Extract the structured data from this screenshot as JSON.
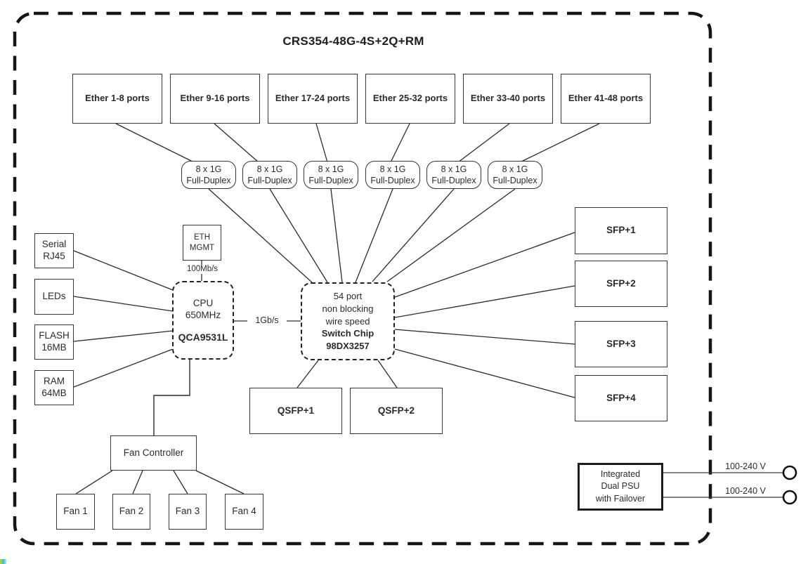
{
  "title": "CRS354-48G-4S+2Q+RM",
  "ether_ports": [
    "Ether 1-8 ports",
    "Ether 9-16 ports",
    "Ether 17-24 ports",
    "Ether 25-32 ports",
    "Ether 33-40 ports",
    "Ether 41-48 ports"
  ],
  "phy_link": {
    "line1": "8 x 1G",
    "line2": "Full-Duplex"
  },
  "peripherals": {
    "serial": {
      "line1": "Serial",
      "line2": "RJ45"
    },
    "leds": {
      "line1": "LEDs"
    },
    "flash": {
      "line1": "FLASH",
      "line2": "16MB"
    },
    "ram": {
      "line1": "RAM",
      "line2": "64MB"
    }
  },
  "eth_mgmt": {
    "line1": "ETH",
    "line2": "MGMT",
    "speed": "100Mb/s"
  },
  "cpu": {
    "type": "CPU",
    "clock": "650MHz",
    "model": "QCA9531L"
  },
  "cpu_switch_link": "1Gb/s",
  "switch_chip": {
    "line1": "54 port",
    "line2": "non blocking",
    "line3": "wire speed",
    "name": "Switch Chip",
    "model": "98DX3257"
  },
  "qsfp_ports": [
    "QSFP+1",
    "QSFP+2"
  ],
  "sfp_ports": [
    "SFP+1",
    "SFP+2",
    "SFP+3",
    "SFP+4"
  ],
  "fans": {
    "controller": "Fan Controller",
    "units": [
      "Fan 1",
      "Fan 2",
      "Fan 3",
      "Fan 4"
    ]
  },
  "psu": {
    "line1": "Integrated",
    "line2": "Dual PSU",
    "line3": "with Failover",
    "input_top": "100-240 V",
    "input_bottom": "100-240 V"
  },
  "colors": {
    "line": "#2b2b2b",
    "border": "#343434",
    "chassis": "#161616"
  }
}
